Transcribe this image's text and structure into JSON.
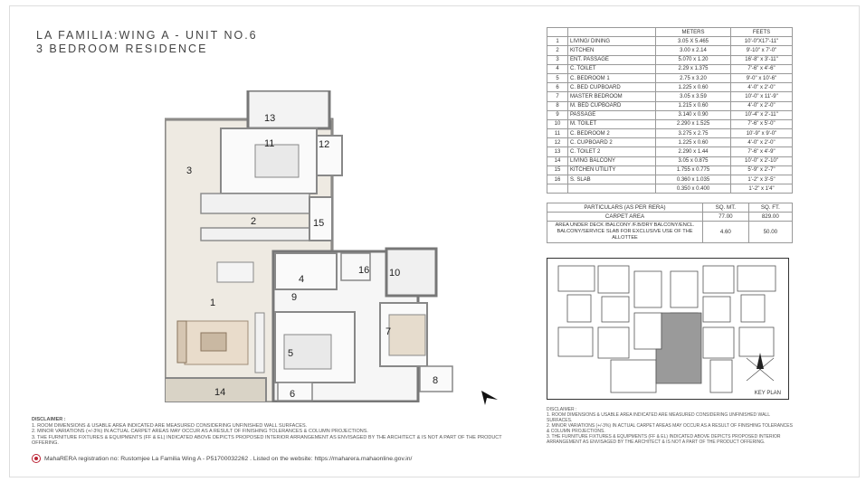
{
  "title": {
    "line1": "LA FAMILIA:WING A - UNIT NO.6",
    "line2": "3 BEDROOM RESIDENCE"
  },
  "plan_labels": [
    "1",
    "2",
    "3",
    "4",
    "5",
    "6",
    "7",
    "8",
    "9",
    "10",
    "11",
    "12",
    "13",
    "14",
    "15",
    "16"
  ],
  "room_table": {
    "headers": [
      "",
      "",
      "METERS",
      "FEETS"
    ],
    "rows": [
      {
        "no": "1",
        "name": "LIVING/ DINING",
        "meters": "3.05 X 5.465",
        "feet": "10'-0\"X17'-11\""
      },
      {
        "no": "2",
        "name": "KITCHEN",
        "meters": "3.00 x 2.14",
        "feet": "9'-10\" x 7'-0\""
      },
      {
        "no": "3",
        "name": "ENT. PASSAGE",
        "meters": "5.070 x 1.20",
        "feet": "16'-8\" x 3'-11\""
      },
      {
        "no": "4",
        "name": "C. TOILET",
        "meters": "2.29 x 1.375",
        "feet": "7'-6\" x 4'-6\""
      },
      {
        "no": "5",
        "name": "C. BEDROOM 1",
        "meters": "2.75 x 3.20",
        "feet": "9'-0\" x 10'-6\""
      },
      {
        "no": "6",
        "name": "C. BED CUPBOARD",
        "meters": "1.225 x 0.60",
        "feet": "4'-0\" x 2'-0\""
      },
      {
        "no": "7",
        "name": "MASTER BEDROOM",
        "meters": "3.05 x 3.59",
        "feet": "10'-0\" x 11'-9\""
      },
      {
        "no": "8",
        "name": "M. BED CUPBOARD",
        "meters": "1.215 x 0.60",
        "feet": "4'-0\" x 2'-0\""
      },
      {
        "no": "9",
        "name": "PASSAGE",
        "meters": "3.140 x 0.90",
        "feet": "10'-4\" x 2'-11\""
      },
      {
        "no": "10",
        "name": "M. TOILET",
        "meters": "2.290 x 1.525",
        "feet": "7'-6\" x 5'-0\""
      },
      {
        "no": "11",
        "name": "C. BEDROOM 2",
        "meters": "3.275 x 2.75",
        "feet": "10'-9\" x 9'-0\""
      },
      {
        "no": "12",
        "name": "C. CUPBOARD 2",
        "meters": "1.225 x 0.60",
        "feet": "4'-0\" x 2'-0\""
      },
      {
        "no": "13",
        "name": "C. TOILET 2",
        "meters": "2.290 x 1.44",
        "feet": "7'-6\" x 4'-9\""
      },
      {
        "no": "14",
        "name": "LIVING BALCONY",
        "meters": "3.05 x 0.875",
        "feet": "10'-0\" x 2'-10\""
      },
      {
        "no": "15",
        "name": "KITCHEN UTILITY",
        "meters": "1.755 x 0.775",
        "feet": "5'-9\" x 2'-7\""
      },
      {
        "no": "16",
        "name": "S. SLAB",
        "meters": "0.360 x 1.035",
        "feet": "1'-2\" x 3'-5\""
      },
      {
        "no": "",
        "name": "",
        "meters": "0.350 x 0.400",
        "feet": "1'-2\" x 1'4\""
      }
    ]
  },
  "area_table": {
    "header": {
      "label": "PARTICULARS (AS PER RERA)",
      "sqmt": "SQ. MT.",
      "sqft": "SQ. FT."
    },
    "rows": [
      {
        "label": "CARPET AREA",
        "sqmt": "77.00",
        "sqft": "829.00"
      },
      {
        "label": "AREA UNDER DECK /BALCONY /F.B/DRY BALCONY/ENCL. BALCONY/SERVICE SLAB FOR EXCLUSIVE USE OF THE ALLOTTEE",
        "sqmt": "4.60",
        "sqft": "50.00"
      }
    ]
  },
  "key_plan_label": "KEY PLAN",
  "disclaimer_left": {
    "heading": "DISCLAIMER :",
    "lines": [
      "1. ROOM DIMENSIONS & USABLE AREA INDICATED ARE MEASURED CONSIDERING UNFINISHED WALL SURFACES.",
      "2. MINOR VARIATIONS (+/-3%) IN ACTUAL CARPET AREAS MAY OCCUR AS A RESULT OF FINISHING TOLERANCES & COLUMN PROJECTIONS.",
      "3. THE FURNITURE FIXTURES & EQUIPMENTS (FF & EL) INDICATED ABOVE DEPICTS PROPOSED INTERIOR ARRANGEMENT AS ENVISAGED BY THE ARCHITECT & IS NOT A PART OF THE PRODUCT OFFERING."
    ]
  },
  "disclaimer_right": {
    "heading": "DISCLAIMER :",
    "lines": [
      "1. ROOM DIMENSIONS & USABLE AREA INDICATED ARE MEASURED CONSIDERING UNFINISHED WALL SURFACES.",
      "2. MINOR VARIATIONS (+/-3%) IN ACTUAL CARPET AREAS MAY OCCUR AS A RESULT OF FINISHING TOLERANCES & COLUMN PROJECTIONS.",
      "3. THE FURNITURE FIXTURES & EQUIPMENTS (FF & EL) INDICATED ABOVE DEPICTS PROPOSED INTERIOR ARRANGEMENT AS ENVISAGED BY THE ARCHITECT & IS NOT A PART OF THE PRODUCT OFFERING."
    ]
  },
  "rera_text": "MahaRERA registration no: Rustomjee La Familia Wing A - P51700032262 . Listed on the website: https://maharera.mahaonline.gov.in/",
  "colors": {
    "floor": "#eeeae2",
    "wall": "#8a8a8a",
    "furniture": "#c9b8a2",
    "rug": "#e9dccb",
    "keyplan_highlight": "#9a9a9a",
    "border": "#999999"
  }
}
